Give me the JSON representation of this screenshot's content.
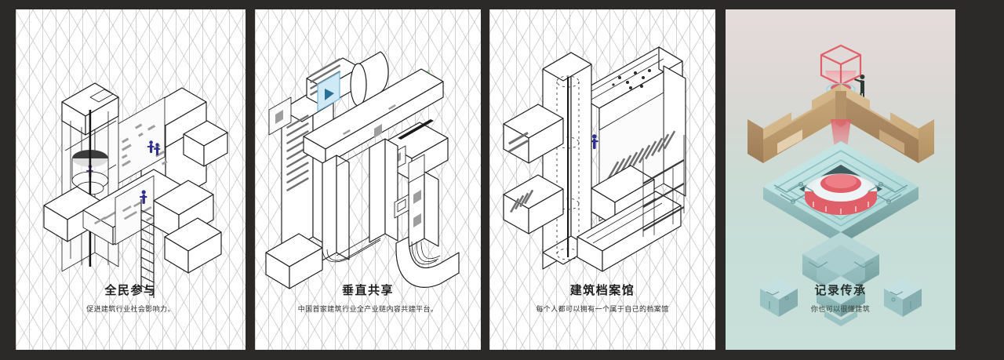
{
  "meta": {
    "background_color": "#2b2a29",
    "panel_count": 4
  },
  "panels": [
    {
      "id": "panel-1",
      "title": "全民参与",
      "subtitle": "促进建筑行业社会影响力。",
      "background": "#ffffff",
      "grid": "isometric-grid",
      "artwork_name": "isometric-line-art-elevator-tower",
      "accent_color": "#2f2f8f",
      "figures": 4
    },
    {
      "id": "panel-2",
      "title": "垂直共享",
      "subtitle": "中国首家建筑行业全产业链内容共建平台。",
      "background": "#ffffff",
      "grid": "isometric-grid",
      "artwork_name": "isometric-line-art-media-gantry",
      "accent_color": "#6fb0d8",
      "icons": [
        "play-icon",
        "image-icon"
      ]
    },
    {
      "id": "panel-3",
      "title": "建筑档案馆",
      "subtitle": "每个人都可以拥有一个属于自己的档案馆",
      "background": "#ffffff",
      "grid": "isometric-grid",
      "artwork_name": "isometric-line-art-archive-building",
      "accent_color": "#2f2f8f",
      "figures": 1
    },
    {
      "id": "panel-4",
      "title": "记录传承",
      "subtitle": "你也可以很懂建筑",
      "background_top": "#e5dcdb",
      "background_bottom": "#c9dfd9",
      "grid": "none",
      "artwork_name": "isometric-color-art-wood-platform-core",
      "accent_color": "#e0616b",
      "wood_color": "#c8a878",
      "tech_color": "#a8cfcf",
      "figures": 1
    }
  ]
}
